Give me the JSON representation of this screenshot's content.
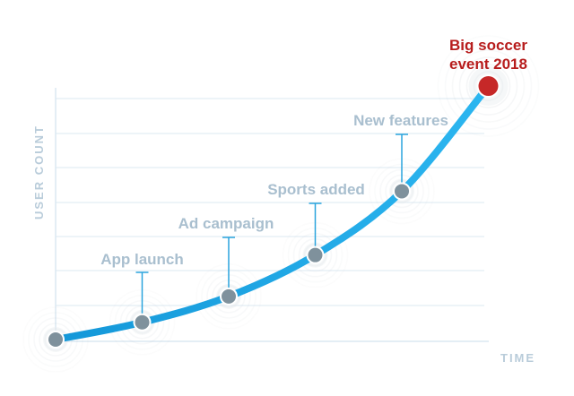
{
  "chart_data": {
    "type": "line",
    "xlabel": "TIME",
    "ylabel": "USER COUNT",
    "grid": true,
    "colors": {
      "line": "#19a6e6",
      "milestone": "#7f919c",
      "highlight": "#c62828",
      "label": "#a9bfcf",
      "highlight_label": "#b71c1c",
      "grid": "#dbe8f2",
      "axis": "#b9ccda"
    },
    "milestones": [
      {
        "label": "",
        "x": 0,
        "y": 0,
        "highlight": false
      },
      {
        "label": "App launch",
        "x": 1,
        "y": 0.5,
        "highlight": false
      },
      {
        "label": "Ad campaign",
        "x": 2,
        "y": 1.25,
        "highlight": false
      },
      {
        "label": "Sports added",
        "x": 3,
        "y": 2.45,
        "highlight": false
      },
      {
        "label": "New features",
        "x": 4,
        "y": 4.3,
        "highlight": false
      },
      {
        "label": "Big soccer\nevent 2018",
        "x": 5,
        "y": 7.35,
        "highlight": true
      }
    ]
  }
}
